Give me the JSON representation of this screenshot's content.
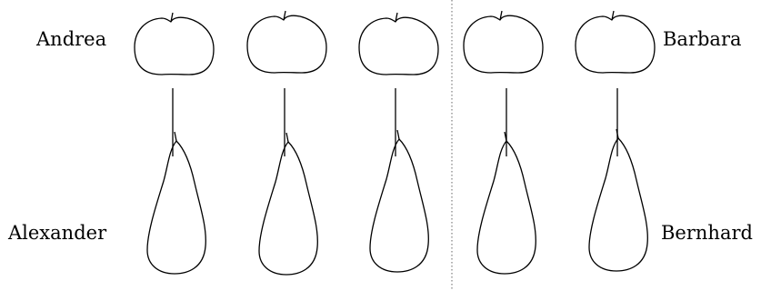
{
  "labels": {
    "top_left": "Andrea",
    "top_right": "Barbara",
    "bottom_left": "Alexander",
    "bottom_right": "Bernhard"
  },
  "diagram": {
    "pair_count": 5,
    "left_group_pairs": 3,
    "right_group_pairs": 2,
    "divider_style": "dotted",
    "stroke_color": "#000000",
    "divider_color": "#666666"
  }
}
